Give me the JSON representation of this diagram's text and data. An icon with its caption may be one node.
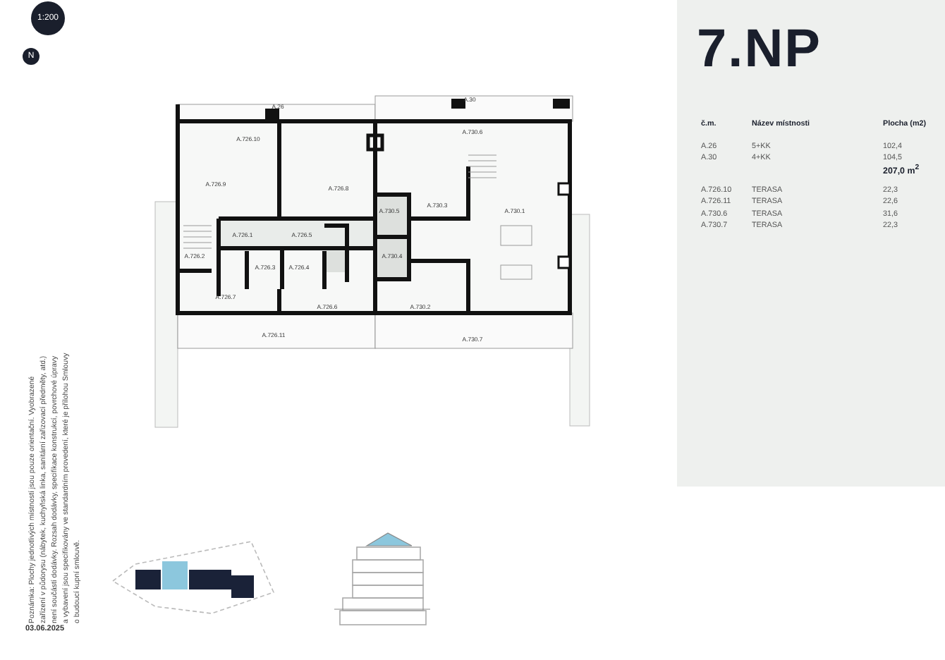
{
  "diagram": {
    "title": "7.NP",
    "labels": [
      "1:200",
      "N",
      "A.26",
      "A.30",
      "A.726.10",
      "A.730.6",
      "A.726.9",
      "A.726.8",
      "A.730.5",
      "A.730.3",
      "A.730.1",
      "A.726.1",
      "A.726.5",
      "A.726.2",
      "A.730.4",
      "A.726.3",
      "A.726.4",
      "A.726.7",
      "A.726.6",
      "A.730.2",
      "A.726.11",
      "A.730.7",
      "č.m.",
      "Název místnosti",
      "Plocha (m2)",
      "A.26",
      "5+KK",
      "102,4",
      "A.30",
      "4+KK",
      "104,5",
      "207,0 m$^{2}$",
      "A.726.10",
      "TERASA",
      "22,3",
      "A.726.11",
      "TERASA",
      "22,6",
      "A.730.6",
      "TERASA",
      "31,6",
      "A.730.7",
      "TERASA",
      "22,3",
      "Poznámka: Plochy jednotlivých místností jsou pouze orientační. Vyobrazené zařízení v půdorysu (nábytek, kuchyňská linka, sanitární zařizovací předměty, atd.) není součástí dodávky. Rozsah dodávky, specifikace konstrukcí, povrchové úpravy a vybavení jsou specifikovány ve standardním provedení, které je přílohou Smlouvy o budoucí kupní smlouvě.",
      "03.06.2025"
    ]
  }
}
